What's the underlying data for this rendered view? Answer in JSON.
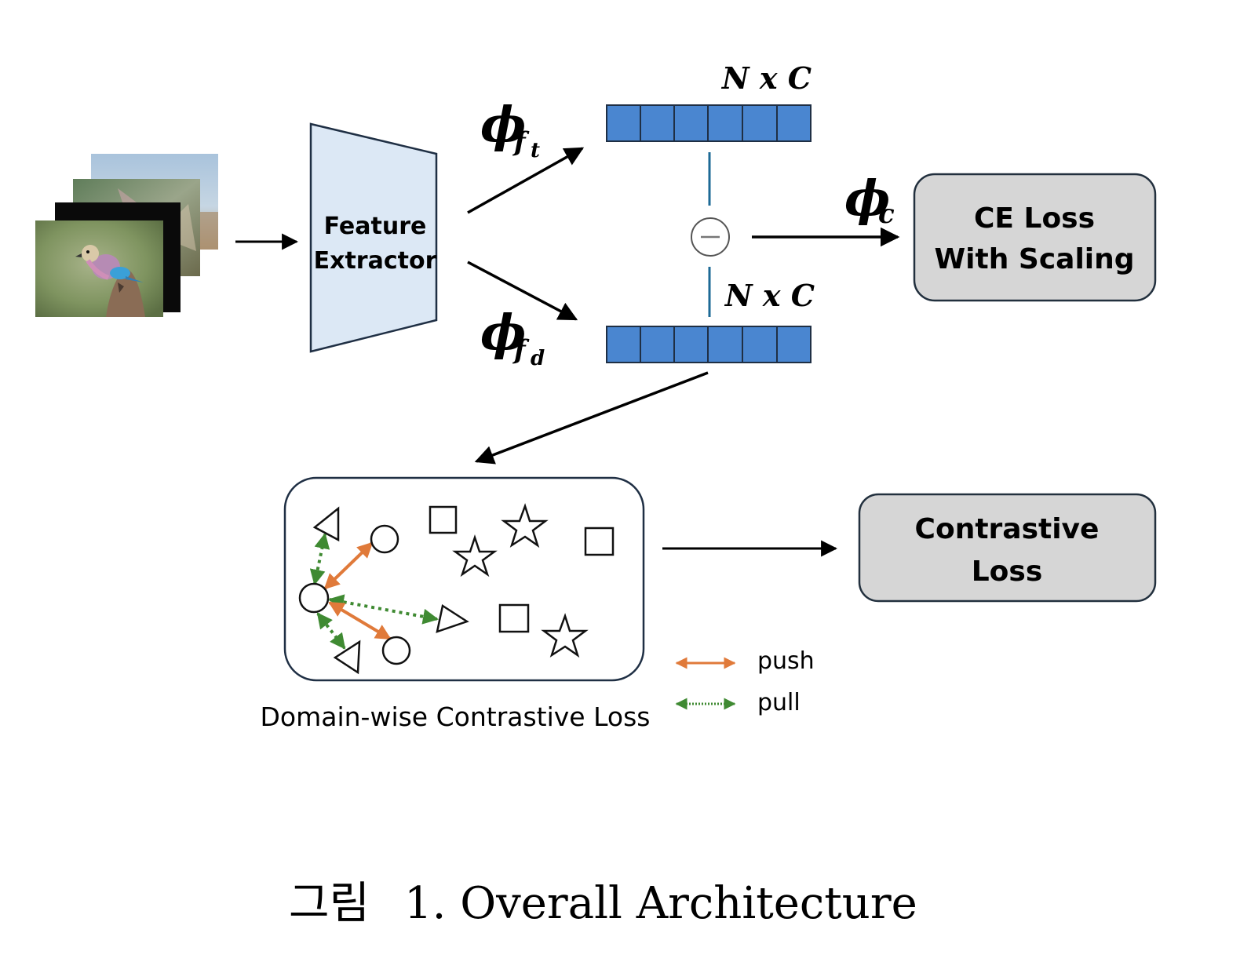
{
  "feature_extractor": {
    "line1": "Feature",
    "line2": "Extractor"
  },
  "branches": {
    "phi_ft": {
      "base": "ϕ",
      "sub": "f",
      "subsub": "t"
    },
    "phi_fd": {
      "base": "ϕ",
      "sub": "f",
      "subsub": "d"
    },
    "phi_c": {
      "base": "ϕ",
      "sub": "c"
    }
  },
  "dims": {
    "top": "N x C",
    "bottom": "N x C"
  },
  "minus_symbol": "−",
  "ce_loss": {
    "line1": "CE Loss",
    "line2": "With Scaling"
  },
  "contrastive_loss": {
    "line1": "Contrastive",
    "line2": "Loss"
  },
  "domain_panel": {
    "title": "Domain-wise Contrastive Loss"
  },
  "legend": {
    "push": "push",
    "pull": "pull"
  },
  "colors": {
    "vector_cell": "#4a86d0",
    "extractor_fill": "#dce8f5",
    "loss_box_fill": "#d6d6d6",
    "push_arrow": "#e07a3a",
    "pull_arrow": "#3f8a32"
  },
  "caption": {
    "prefix": "그림",
    "text": "1. Overall Architecture"
  }
}
